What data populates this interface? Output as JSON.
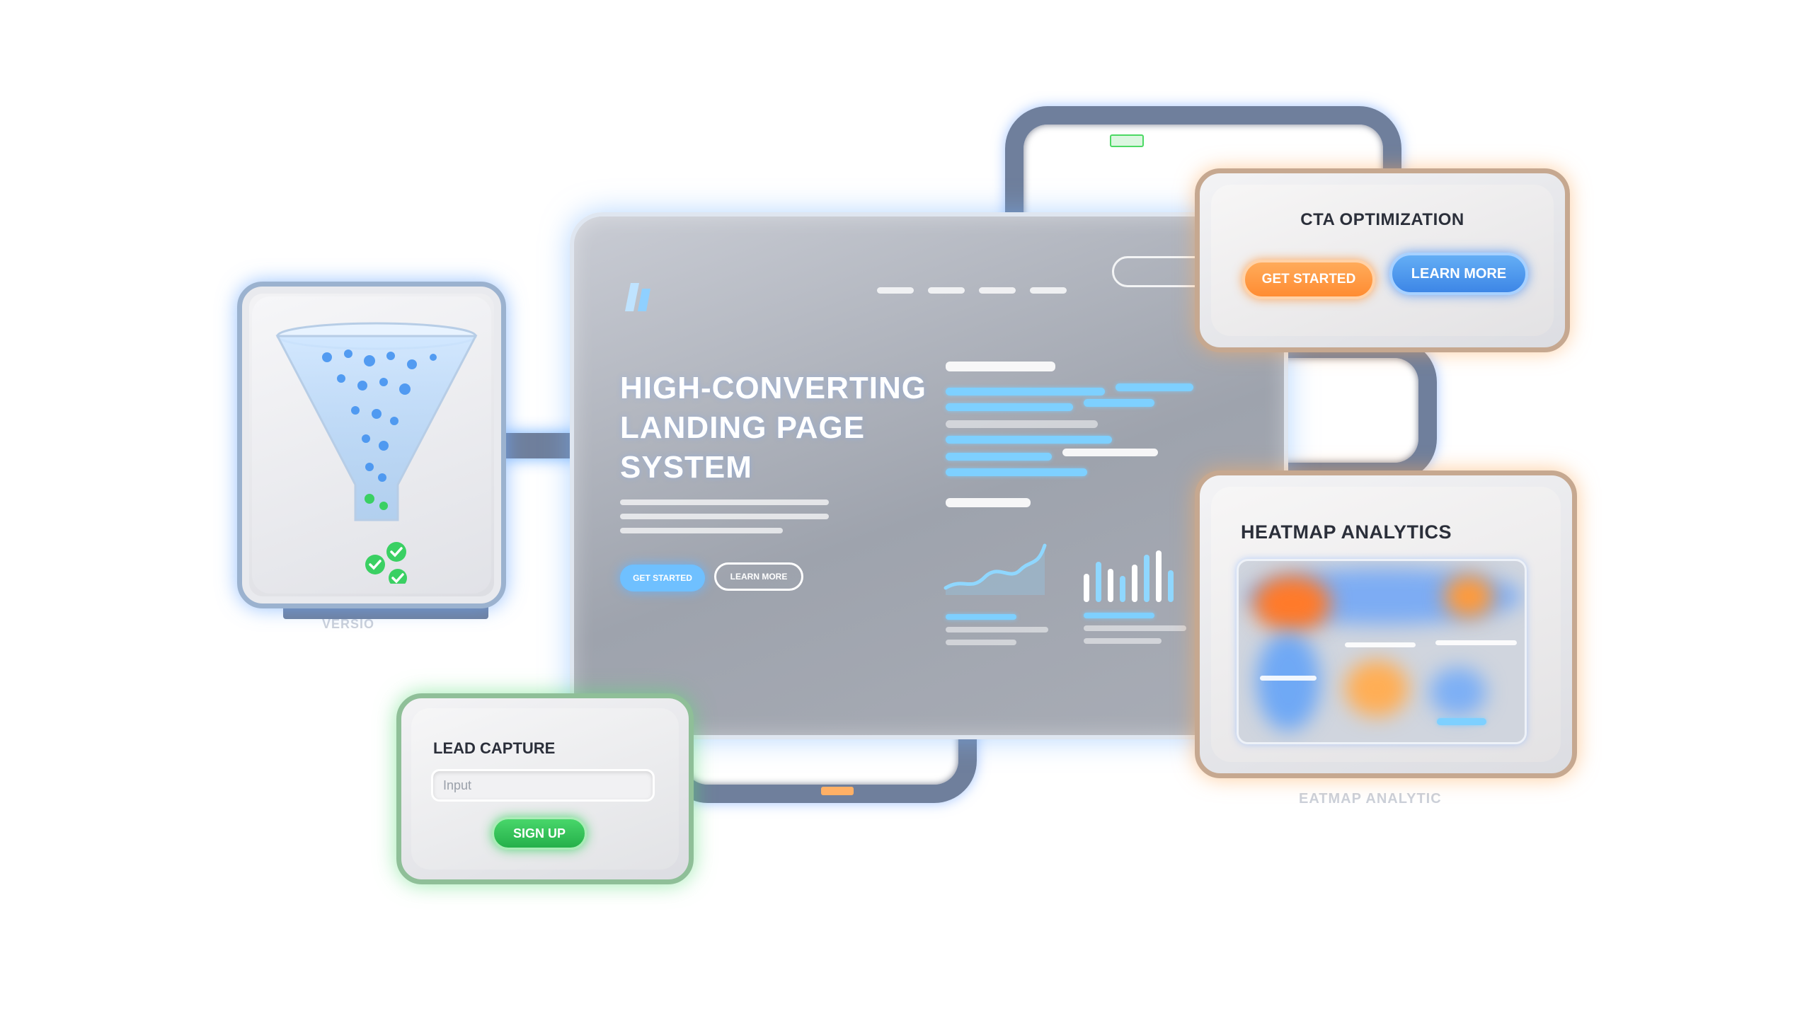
{
  "main_panel": {
    "hero_title_lines": [
      "HIGH-CONVERTING",
      "LANDING PAGE",
      "SYSTEM"
    ],
    "primary_button": "GET STARTED",
    "secondary_button": "LEARN MORE"
  },
  "cta_card": {
    "title": "CTA OPTIMIZATION",
    "primary_button": "GET STARTED",
    "secondary_button": "LEARN MORE"
  },
  "heatmap_card": {
    "title": "HEATMAP ANALYTICS"
  },
  "lead_card": {
    "title": "LEAD CAPTURE",
    "input_placeholder": "Input",
    "button": "SIGN UP"
  },
  "colors": {
    "accent_blue": "#6fc0ff",
    "accent_orange": "#ff8c32",
    "accent_green": "#25b04a",
    "panel_border": "#dfe6f0"
  },
  "icons": {
    "brand": "logo-mark-icon",
    "funnel": "funnel-icon",
    "check": "checkmark-icon"
  }
}
